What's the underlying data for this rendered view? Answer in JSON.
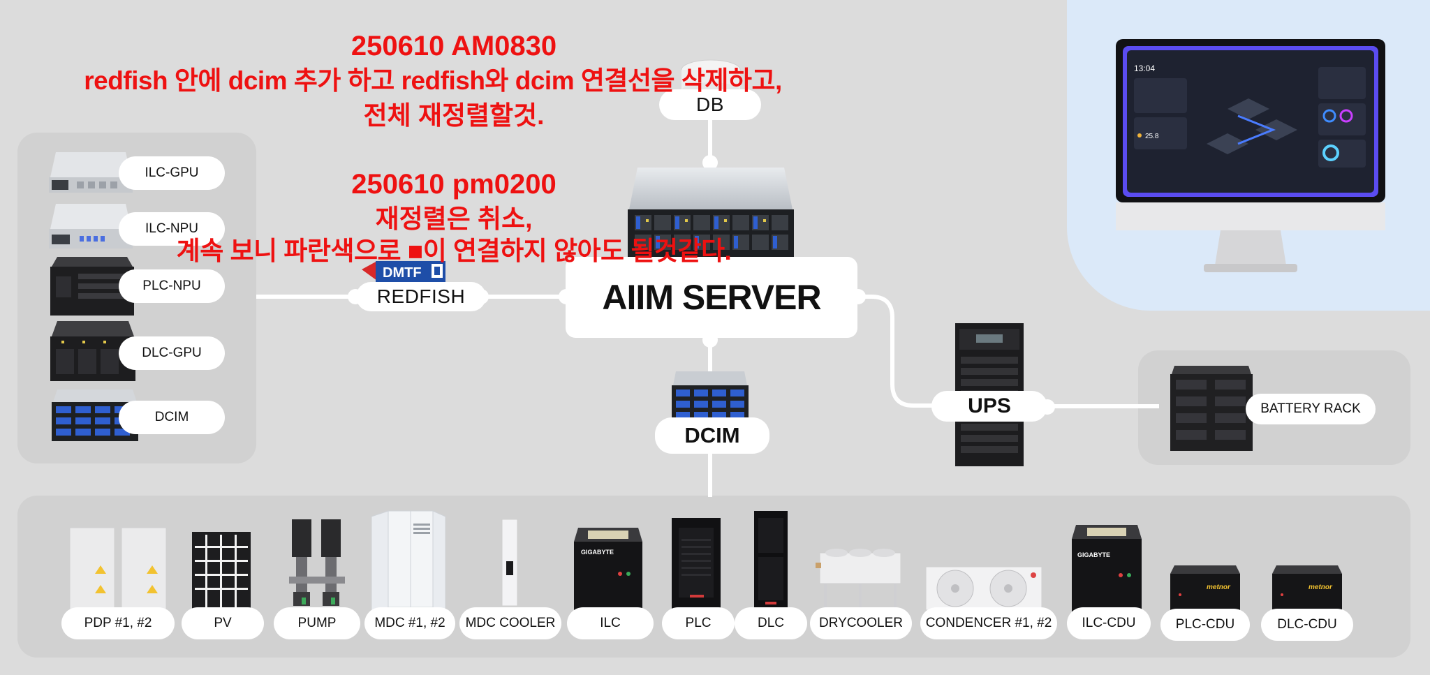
{
  "hub": {
    "label": "AIIM SERVER"
  },
  "db": {
    "label": "DB"
  },
  "redfish": {
    "label": "REDFISH",
    "logo_text": "DMTF"
  },
  "dcim_center": {
    "label": "DCIM"
  },
  "ups": {
    "label": "UPS"
  },
  "battery": {
    "label": "BATTERY RACK"
  },
  "left_panel": {
    "items": [
      {
        "label": "ILC-GPU"
      },
      {
        "label": "ILC-NPU"
      },
      {
        "label": "PLC-NPU"
      },
      {
        "label": "DLC-GPU"
      },
      {
        "label": "DCIM"
      }
    ]
  },
  "bottom_panel": {
    "items": [
      {
        "label": "PDP #1, #2"
      },
      {
        "label": "PV"
      },
      {
        "label": "PUMP"
      },
      {
        "label": "MDC #1, #2"
      },
      {
        "label": "MDC COOLER"
      },
      {
        "label": "ILC"
      },
      {
        "label": "PLC"
      },
      {
        "label": "DLC"
      },
      {
        "label": "DRYCOOLER"
      },
      {
        "label": "CONDENCER #1, #2"
      },
      {
        "label": "ILC-CDU"
      },
      {
        "label": "PLC-CDU"
      },
      {
        "label": "DLC-CDU"
      }
    ]
  },
  "device_text": {
    "gigabyte": "GIGABYTE",
    "metnor": "metnor"
  },
  "dashboard": {
    "time": "13:04",
    "temperature": "25.8"
  },
  "annotations": {
    "note1_title": "250610 AM0830",
    "note1_line1": "redfish 안에 dcim 추가 하고 redfish와 dcim 연결선을 삭제하고,",
    "note1_line2": "전체 재정렬할것.",
    "note2_title": "250610 pm0200",
    "note2_line1": "재정렬은 취소,",
    "note2_line2": "계속 보니 파란색으로 ■이 연결하지 않아도 될것같다."
  },
  "colors": {
    "background": "#dcdcdc",
    "panel": "#d1d1d1",
    "annotation": "#ee1111",
    "monitor_backdrop": "#dbe9f9",
    "screen_border": "#5b4cf0"
  }
}
